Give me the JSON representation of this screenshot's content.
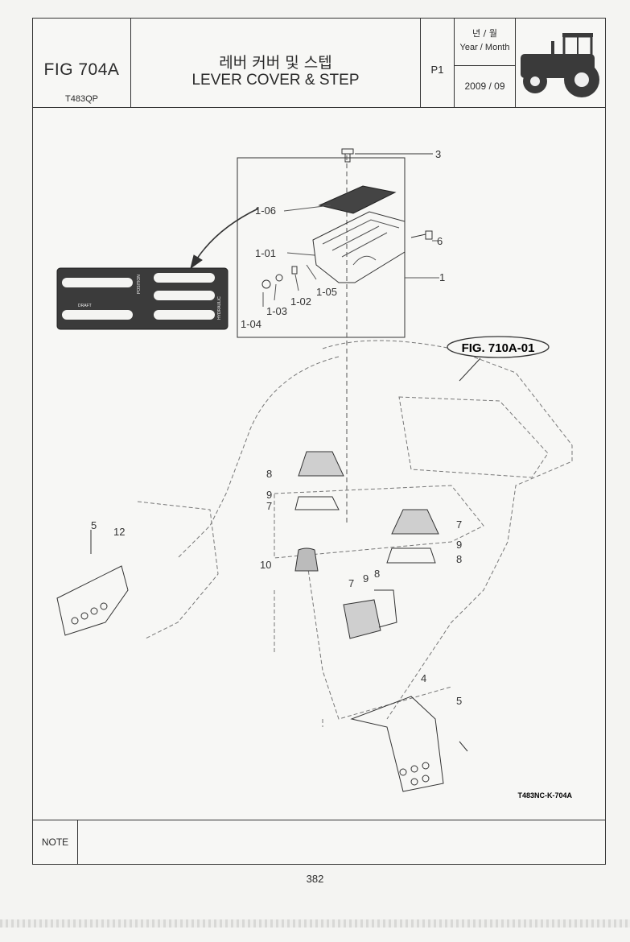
{
  "header": {
    "fig_code": "FIG 704A",
    "model": "T483QP",
    "title_ko": "레버 커버 및 스텝",
    "title_en": "LEVER COVER & STEP",
    "page": "P1",
    "date_label_ko": "년 / 월",
    "date_label_en": "Year / Month",
    "date_value": "2009  / 09"
  },
  "drawing": {
    "ref_fig": "FIG. 710A-01",
    "drawing_code": "T483NC-K-704A",
    "callouts": [
      "3",
      "1-06",
      "6",
      "1-01",
      "1",
      "1-05",
      "1-02",
      "1-03",
      "1-04",
      "8",
      "9",
      "7",
      "7",
      "9",
      "8",
      "5",
      "12",
      "10",
      "7",
      "9",
      "8",
      "4",
      "5"
    ],
    "decal_labels": [
      "POSITION",
      "DRAFT",
      "HYDRAULIC"
    ]
  },
  "note_label": "NOTE",
  "page_number": "382"
}
